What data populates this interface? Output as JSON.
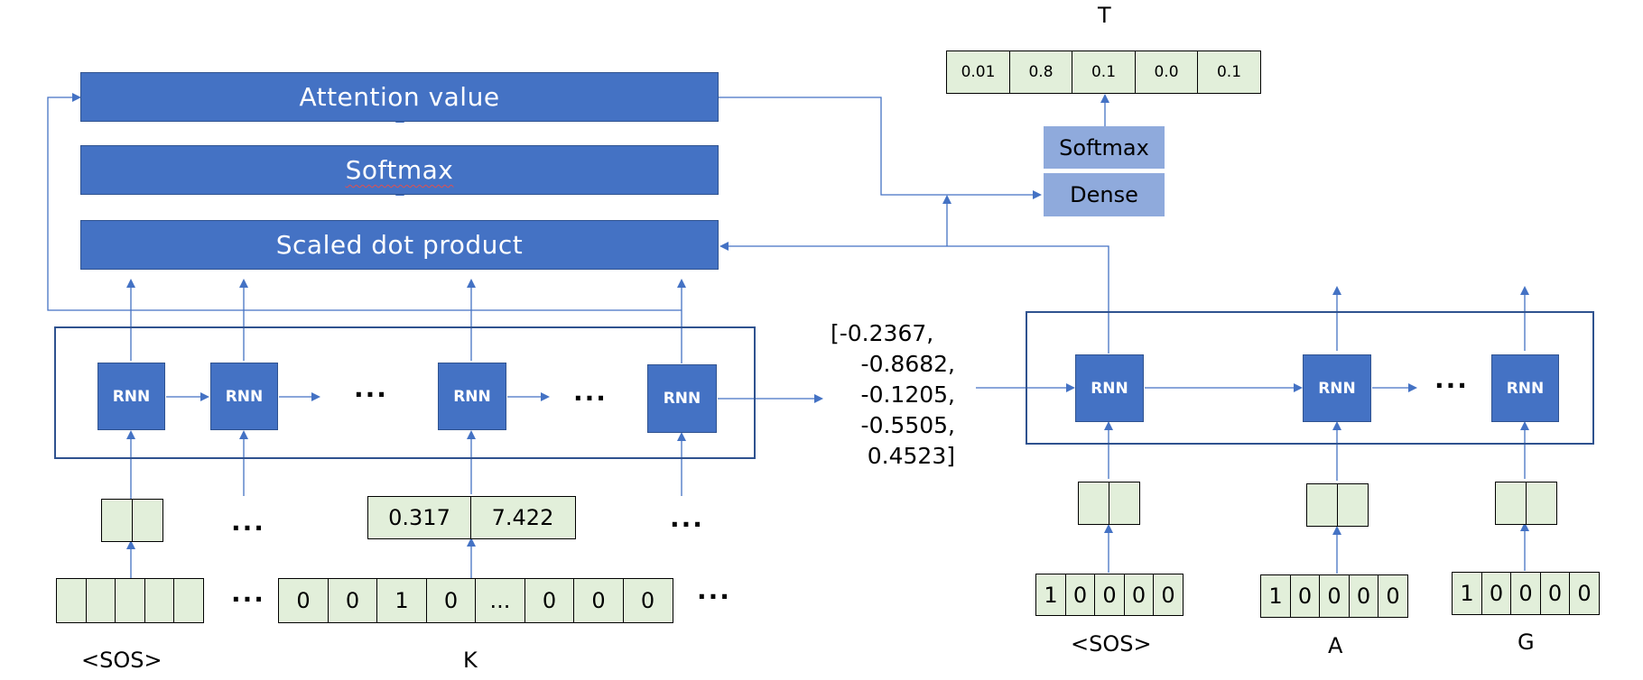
{
  "encoder": {
    "attention_label": "Attention value",
    "softmax_label": "Softmax",
    "scaled_dot_label": "Scaled dot product",
    "rnn_label": "RNN",
    "ellipsis": "...",
    "sos_cells": [
      "",
      "",
      "",
      "",
      ""
    ],
    "sos_embed_cells": [
      "",
      ""
    ],
    "k_onehot_cells": [
      "0",
      "0",
      "1",
      "0",
      "...",
      "0",
      "0",
      "0"
    ],
    "k_embed_cells": [
      "0.317",
      "7.422"
    ],
    "sos_label": "<SOS>",
    "k_label": "K"
  },
  "context_vector": {
    "lines": [
      "[-0.2367,",
      "-0.8682,",
      "-0.1205,",
      "-0.5505,",
      "0.4523]"
    ]
  },
  "decoder": {
    "dense_label": "Dense",
    "softmax_label": "Softmax",
    "output_probs": [
      "0.01",
      "0.8",
      "0.1",
      "0.0",
      "0.1"
    ],
    "output_label": "T",
    "rnn_label": "RNN",
    "ellipsis": "...",
    "input_onehots": [
      [
        "1",
        "0",
        "0",
        "0",
        "0"
      ],
      [
        "1",
        "0",
        "0",
        "0",
        "0"
      ],
      [
        "1",
        "0",
        "0",
        "0",
        "0"
      ]
    ],
    "embed_cells": [
      "",
      ""
    ],
    "input_labels": [
      "<SOS>",
      "A",
      "G"
    ]
  },
  "colors": {
    "block_blue": "#4472c4",
    "block_border": "#2f528f",
    "light_blue": "#8faadc",
    "cell_green": "#e2efda",
    "arrow": "#4472c4"
  }
}
